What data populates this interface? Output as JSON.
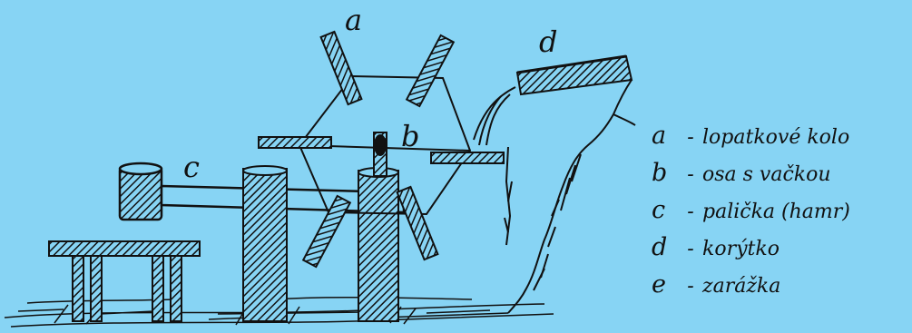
{
  "colors": {
    "background": "#87d4f4",
    "ink": "#111111"
  },
  "labels": {
    "a": "a",
    "b": "b",
    "c": "c",
    "d": "d"
  },
  "legend": [
    {
      "letter": "a",
      "dash": "-",
      "text": "lopatkové kolo"
    },
    {
      "letter": "b",
      "dash": "-",
      "text": "osa s vačkou"
    },
    {
      "letter": "c",
      "dash": "-",
      "text": "palička (hamr)"
    },
    {
      "letter": "d",
      "dash": "-",
      "text": "korýtko"
    },
    {
      "letter": "e",
      "dash": "-",
      "text": "zarážka"
    }
  ]
}
